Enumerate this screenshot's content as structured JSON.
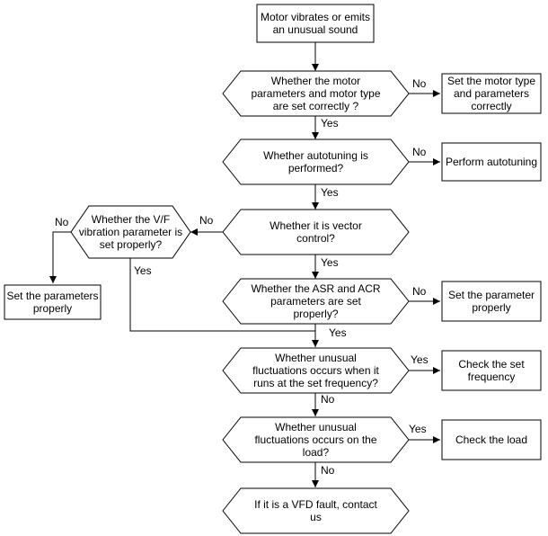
{
  "nodes": {
    "start": "Motor vibrates or emits\nan unusual sound",
    "q_params": "Whether the motor\nparameters and motor type\nare set correctly ?",
    "a_params": "Set the motor type\nand parameters\ncorrectly",
    "q_autotune": "Whether autotuning is\nperformed?",
    "a_autotune": "Perform autotuning",
    "q_vector": "Whether it is vector\ncontrol?",
    "q_vf": "Whether the V/F\nvibration parameter is\nset properly?",
    "a_vf": "Set the parameters\nproperly",
    "q_asr": "Whether the ASR and ACR\nparameters are set\nproperly?",
    "a_asr": "Set the parameter\nproperly",
    "q_freq": "Whether unusual\nfluctuations occurs when it\nruns at the set frequency?",
    "a_freq": "Check the set\nfrequency",
    "q_load": "Whether unusual\nfluctuations occurs on the\nload?",
    "a_load": "Check the load",
    "end": "If it is a VFD fault, contact\nus"
  },
  "labels": {
    "yes": "Yes",
    "no": "No"
  }
}
